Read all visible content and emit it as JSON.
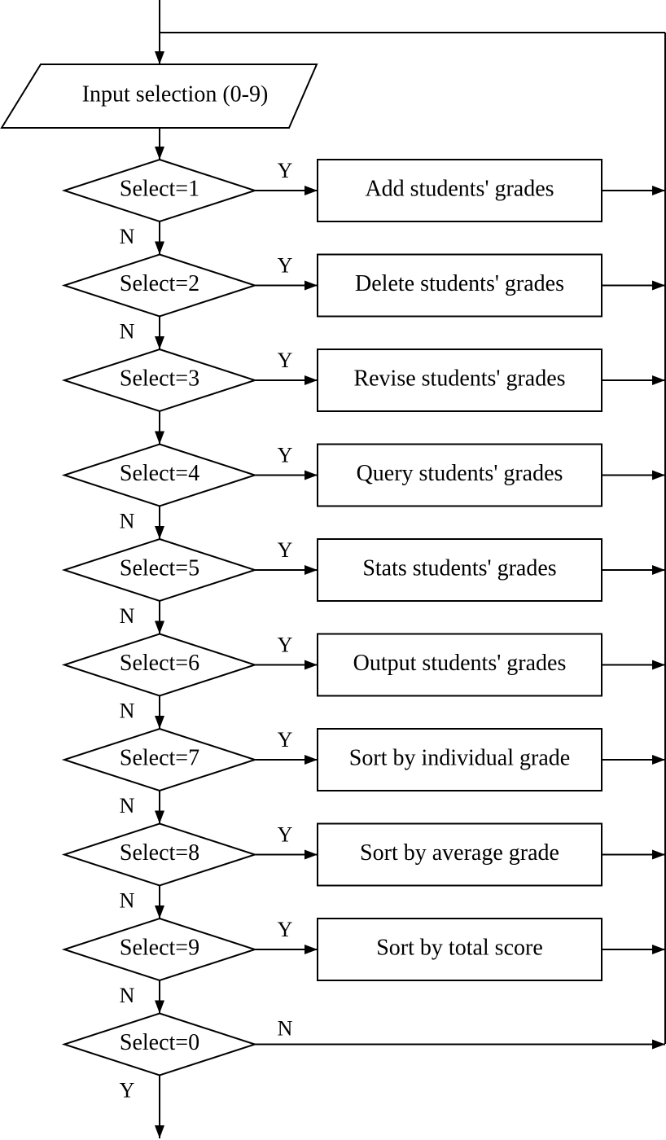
{
  "input": {
    "label": "Input selection (0-9)"
  },
  "decisions": [
    {
      "label": "Select=1",
      "yes": "Y",
      "no": "N",
      "action": "Add students' grades"
    },
    {
      "label": "Select=2",
      "yes": "Y",
      "no": "N",
      "action": "Delete students' grades"
    },
    {
      "label": "Select=3",
      "yes": "Y",
      "no": "",
      "action": "Revise students' grades"
    },
    {
      "label": "Select=4",
      "yes": "Y",
      "no": "N",
      "action": "Query students' grades"
    },
    {
      "label": "Select=5",
      "yes": "Y",
      "no": "N",
      "action": "Stats students' grades"
    },
    {
      "label": "Select=6",
      "yes": "Y",
      "no": "N",
      "action": "Output students' grades"
    },
    {
      "label": "Select=7",
      "yes": "Y",
      "no": "N",
      "action": "Sort by individual grade"
    },
    {
      "label": "Select=8",
      "yes": "Y",
      "no": "N",
      "action": "Sort by average grade"
    },
    {
      "label": "Select=9",
      "yes": "Y",
      "no": "N",
      "action": "Sort by total score"
    }
  ],
  "exit_decision": {
    "label": "Select=0",
    "yes": "Y",
    "no": "N"
  }
}
